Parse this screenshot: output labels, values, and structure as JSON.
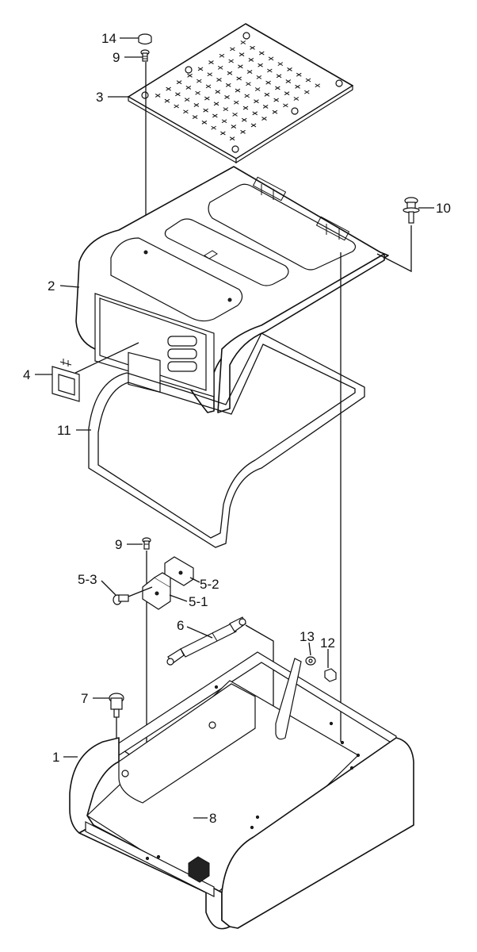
{
  "diagram": {
    "callouts": [
      {
        "id": "c14",
        "label": "14"
      },
      {
        "id": "c9a",
        "label": "9"
      },
      {
        "id": "c3",
        "label": "3"
      },
      {
        "id": "c10",
        "label": "10"
      },
      {
        "id": "c2",
        "label": "2"
      },
      {
        "id": "c4",
        "label": "4"
      },
      {
        "id": "c11",
        "label": "11"
      },
      {
        "id": "c9b",
        "label": "9"
      },
      {
        "id": "c5_3",
        "label": "5-3"
      },
      {
        "id": "c5_2",
        "label": "5-2"
      },
      {
        "id": "c5_1",
        "label": "5-1"
      },
      {
        "id": "c6",
        "label": "6"
      },
      {
        "id": "c13",
        "label": "13"
      },
      {
        "id": "c12",
        "label": "12"
      },
      {
        "id": "c7",
        "label": "7"
      },
      {
        "id": "c1",
        "label": "1"
      },
      {
        "id": "c8",
        "label": "8"
      }
    ]
  }
}
